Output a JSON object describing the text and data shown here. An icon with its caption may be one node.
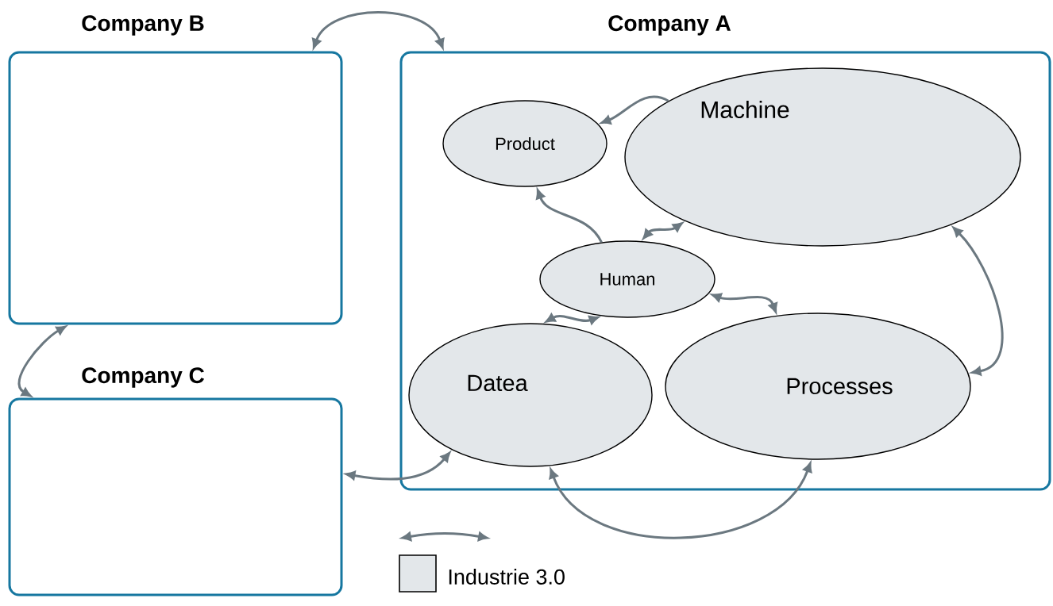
{
  "diagram": {
    "nodes": [
      {
        "text": [
          "Company B"
        ]
      },
      {
        "text": [
          "Company A"
        ]
      },
      {
        "text": [
          "Company C"
        ]
      },
      {
        "text": [
          "Product"
        ],
        "in": 1
      },
      {
        "text": [
          "Machine"
        ],
        "in": 1
      },
      {
        "text": [
          "Human"
        ],
        "in": 1
      },
      {
        "text": [
          "Datea"
        ],
        "in": 1
      },
      {
        "text": [
          "Processes"
        ],
        "in": 1
      }
    ],
    "edges": [
      {
        "from": 0,
        "to": 1,
        "arrow": "both"
      },
      {
        "from": 0,
        "to": 2,
        "arrow": "both"
      },
      {
        "from": 2,
        "to": 6,
        "arrow": "both"
      },
      {
        "from": 4,
        "to": 3,
        "arrow": "to"
      },
      {
        "from": 5,
        "to": 3,
        "arrow": "to"
      },
      {
        "from": 5,
        "to": 4,
        "arrow": "both"
      },
      {
        "from": 5,
        "to": 6,
        "arrow": "both"
      },
      {
        "from": 5,
        "to": 7,
        "arrow": "both"
      },
      {
        "from": 4,
        "to": 7,
        "arrow": "both"
      },
      {
        "from": 6,
        "to": 7,
        "arrow": "both"
      }
    ],
    "legend": [
      {
        "text": "Industrie 3.0",
        "color": "#e3e7ea"
      }
    ]
  }
}
